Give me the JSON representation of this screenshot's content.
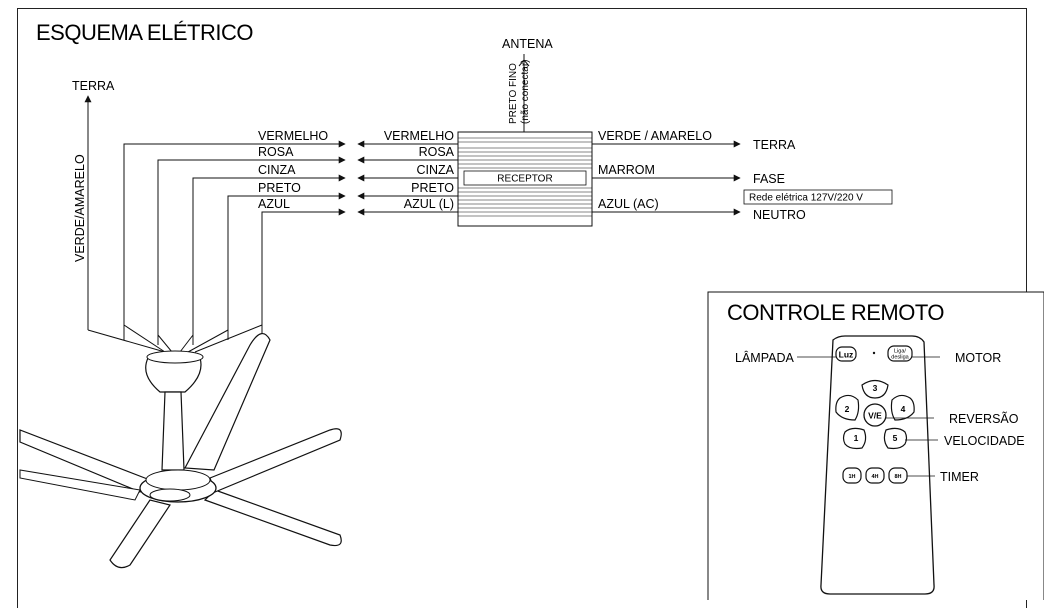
{
  "titles": {
    "main": "ESQUEMA ELÉTRICO",
    "remote": "CONTROLE REMOTO"
  },
  "antenna": {
    "label": "ANTENA",
    "note_line1": "PRETO FINO",
    "note_line2": "(não conectar)"
  },
  "ground": {
    "label": "TERRA",
    "vertical_wire": "VERDE/AMARELO"
  },
  "fan_wires": [
    "VERMELHO",
    "ROSA",
    "CINZA",
    "PRETO",
    "AZUL"
  ],
  "receiver_inputs": [
    "VERMELHO",
    "ROSA",
    "CINZA",
    "PRETO",
    "AZUL (L)"
  ],
  "receiver": {
    "label": "RECEPTOR"
  },
  "receiver_outputs": [
    {
      "wire": "VERDE / AMARELO",
      "target": "TERRA"
    },
    {
      "wire": "MARROM",
      "target": "FASE"
    },
    {
      "wire": "AZUL (AC)",
      "target": "NEUTRO"
    }
  ],
  "mains_note": "Rede elétrica 127V/220 V",
  "remote": {
    "buttons": {
      "light": "Luz",
      "power_line1": "Liga/",
      "power_line2": "desliga",
      "s1": "1",
      "s2": "2",
      "s3": "3",
      "s4": "4",
      "s5": "5",
      "reverse": "V/E",
      "t1": "1H",
      "t4": "4H",
      "t8": "8H"
    },
    "callouts": {
      "lamp": "LÂMPADA",
      "motor": "MOTOR",
      "reverse": "REVERSÃO",
      "speed": "VELOCIDADE",
      "timer": "TIMER"
    }
  }
}
